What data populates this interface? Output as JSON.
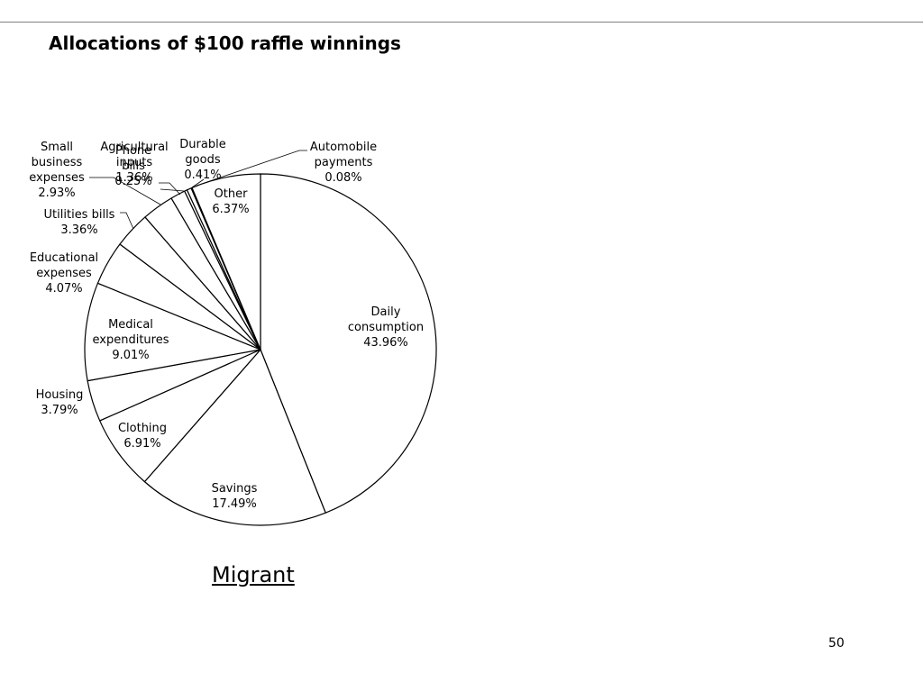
{
  "slide": {
    "title": "Allocations of $100 raffle winnings",
    "caption": "Migrant",
    "page_number": "50"
  },
  "chart_data": {
    "type": "pie",
    "title": "",
    "start": "12 o'clock",
    "direction": "clockwise",
    "slices": [
      {
        "label": "Daily consumption",
        "value": 43.96,
        "display": "43.96%"
      },
      {
        "label": "Savings",
        "value": 17.49,
        "display": "17.49%"
      },
      {
        "label": "Clothing",
        "value": 6.91,
        "display": "6.91%"
      },
      {
        "label": "Housing",
        "value": 3.79,
        "display": "3.79%"
      },
      {
        "label": "Medical expenditures",
        "value": 9.01,
        "display": "9.01%"
      },
      {
        "label": "Educational expenses",
        "value": 4.07,
        "display": "4.07%"
      },
      {
        "label": "Utilities bills",
        "value": 3.36,
        "display": "3.36%"
      },
      {
        "label": "Small business expenses",
        "value": 2.93,
        "display": "2.93%"
      },
      {
        "label": "Agricultural inputs",
        "value": 1.36,
        "display": "1.36%"
      },
      {
        "label": "Phone bills",
        "value": 0.25,
        "display": "0.25%"
      },
      {
        "label": "Durable goods",
        "value": 0.41,
        "display": "0.41%"
      },
      {
        "label": "Automobile payments",
        "value": 0.08,
        "display": "0.08%"
      },
      {
        "label": "Other",
        "value": 6.37,
        "display": "6.37%"
      }
    ],
    "colors": {
      "fill": "#ffffff",
      "stroke": "#000000"
    }
  }
}
